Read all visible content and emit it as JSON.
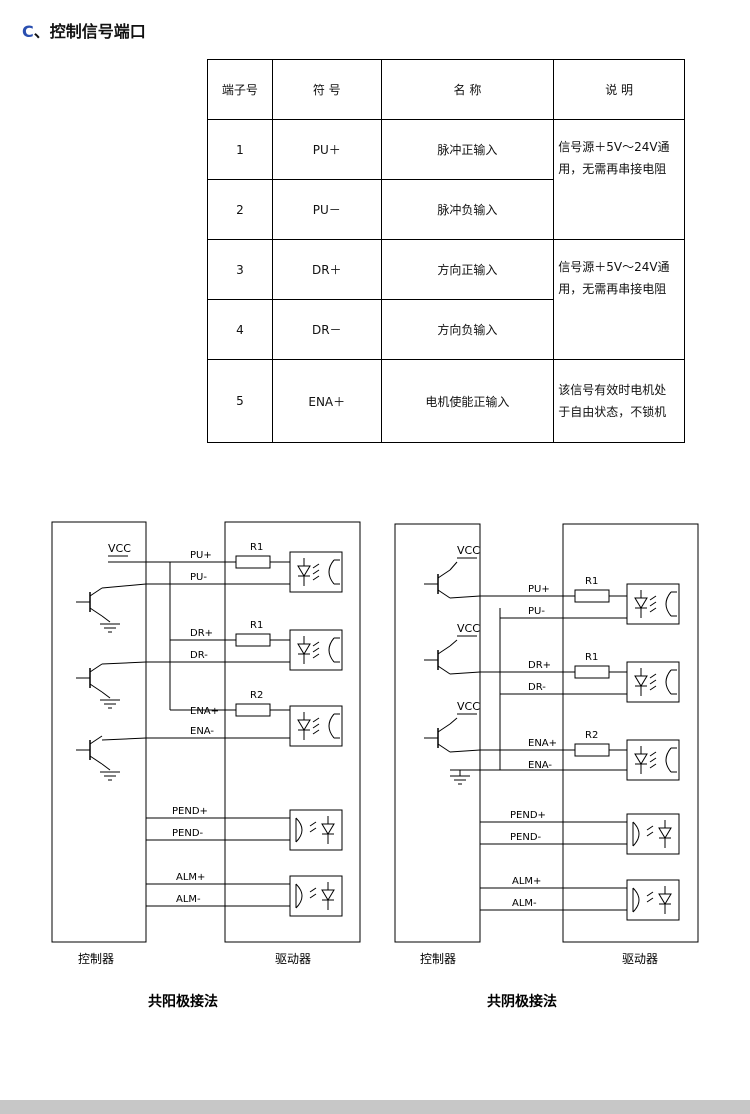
{
  "section": {
    "letter": "C",
    "title": "、控制信号端口"
  },
  "table": {
    "headers": [
      "端子号",
      "符  号",
      "名  称",
      "说  明"
    ],
    "rows": [
      {
        "no": "1",
        "symbol": "PU＋",
        "name": "脉冲正输入"
      },
      {
        "no": "2",
        "symbol": "PU－",
        "name": "脉冲负输入"
      },
      {
        "no": "3",
        "symbol": "DR＋",
        "name": "方向正输入"
      },
      {
        "no": "4",
        "symbol": "DR－",
        "name": "方向负输入"
      },
      {
        "no": "5",
        "symbol": "ENA＋",
        "name": "电机使能正输入"
      }
    ],
    "notes": {
      "pulse_line1": "信号源＋5V～24V通",
      "pulse_line2": "用，无需再串接电阻",
      "dir_line1": "信号源＋5V～24V通",
      "dir_line2": "用，无需再串接电阻",
      "ena_line1": "该信号有效时电机处",
      "ena_line2": "于自由状态，不锁机"
    }
  },
  "diagrams": {
    "left": {
      "caption": "共阳极接法",
      "controller_label": "控制器",
      "driver_label": "驱动器",
      "vcc": "VCC",
      "signals": [
        "PU+",
        "PU-",
        "DR+",
        "DR-",
        "ENA+",
        "ENA-",
        "PEND+",
        "PEND-",
        "ALM+",
        "ALM-"
      ],
      "resistors": [
        "R1",
        "R1",
        "R2"
      ]
    },
    "right": {
      "caption": "共阴极接法",
      "controller_label": "控制器",
      "driver_label": "驱动器",
      "vcc": [
        "VCC",
        "VCC",
        "VCC"
      ],
      "signals": [
        "PU+",
        "PU-",
        "DR+",
        "DR-",
        "ENA+",
        "ENA-",
        "PEND+",
        "PEND-",
        "ALM+",
        "ALM-"
      ],
      "resistors": [
        "R1",
        "R1",
        "R2"
      ]
    }
  }
}
